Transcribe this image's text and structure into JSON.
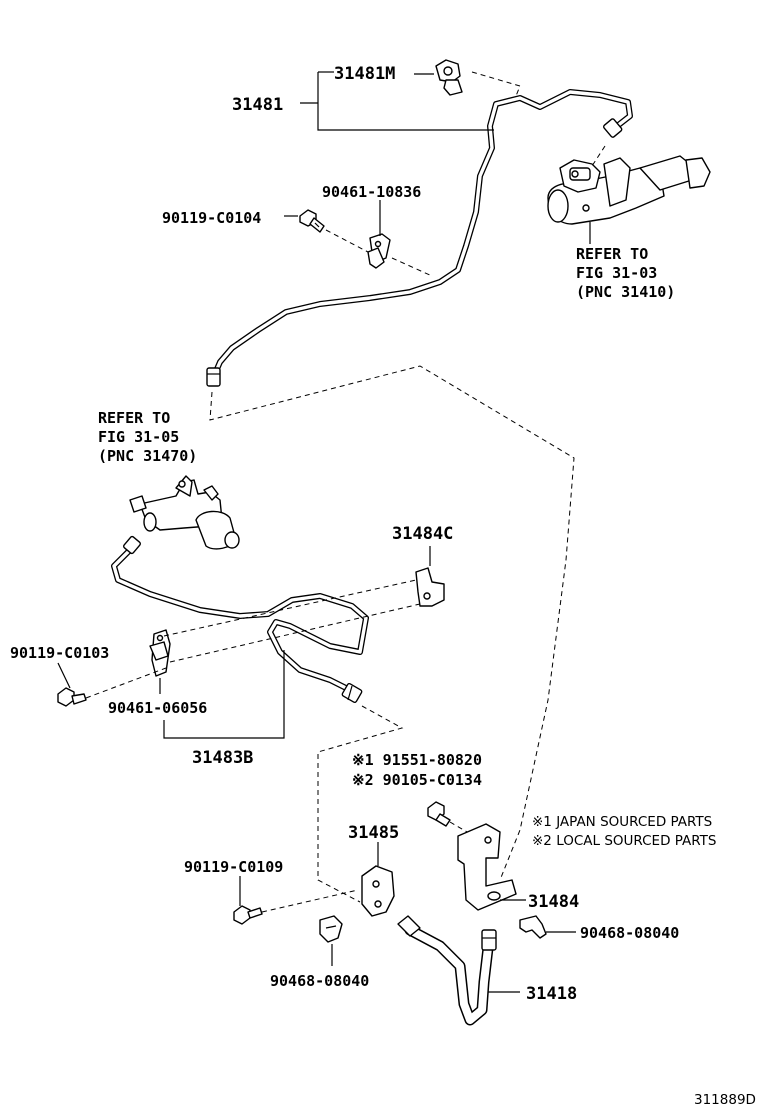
{
  "labels": {
    "p31481M": "31481M",
    "p31481": "31481",
    "p90461_10836": "90461-10836",
    "p90119_C0104": "90119-C0104",
    "ref1_l1": "REFER TO",
    "ref1_l2": "FIG 31-03",
    "ref1_l3": "(PNC 31410)",
    "ref2_l1": "REFER TO",
    "ref2_l2": "FIG 31-05",
    "ref2_l3": "(PNC 31470)",
    "p31484C": "31484C",
    "p90119_C0103": "90119-C0103",
    "p90461_06056": "90461-06056",
    "p31483B": "31483B",
    "p91551_80820": "※1 91551-80820",
    "p90105_C0134": "※2 90105-C0134",
    "p31485": "31485",
    "p90119_C0109": "90119-C0109",
    "p31484": "31484",
    "p90468_08040a": "90468-08040",
    "p90468_08040b": "90468-08040",
    "p31418": "31418",
    "note1": "※1 JAPAN SOURCED PARTS",
    "note2": "※2 LOCAL SOURCED PARTS",
    "diagram_id": "311889D"
  }
}
